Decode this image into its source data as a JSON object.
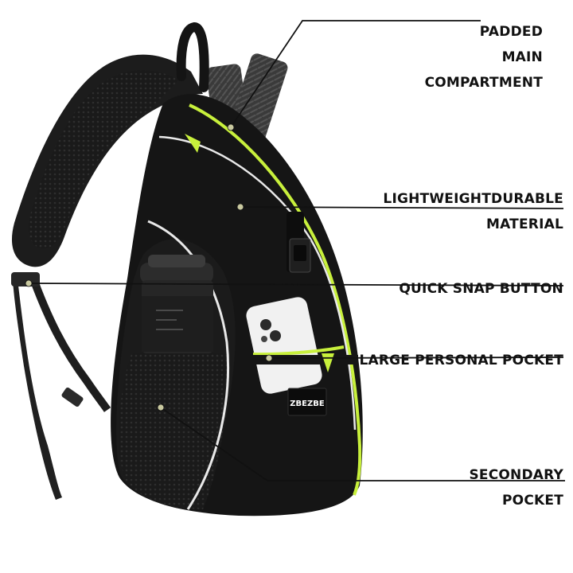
{
  "brand_label": "ZBEZBE",
  "callouts": {
    "padded_main": [
      "PADDED",
      "MAIN",
      "COMPARTMENT"
    ],
    "material": [
      "LIGHTWEIGHTDURABLE",
      "MATERIAL"
    ],
    "snap_button": [
      "QUICK SNAP BUTTON"
    ],
    "personal_pocket": [
      "LARGE PERSONAL POCKET"
    ],
    "secondary_pocket": [
      "SECONDARY",
      "POCKET"
    ]
  },
  "colors": {
    "bag": "#151515",
    "accent_zip": "#c8f03c",
    "piping": "#e9e9e9",
    "line": "#111111"
  }
}
